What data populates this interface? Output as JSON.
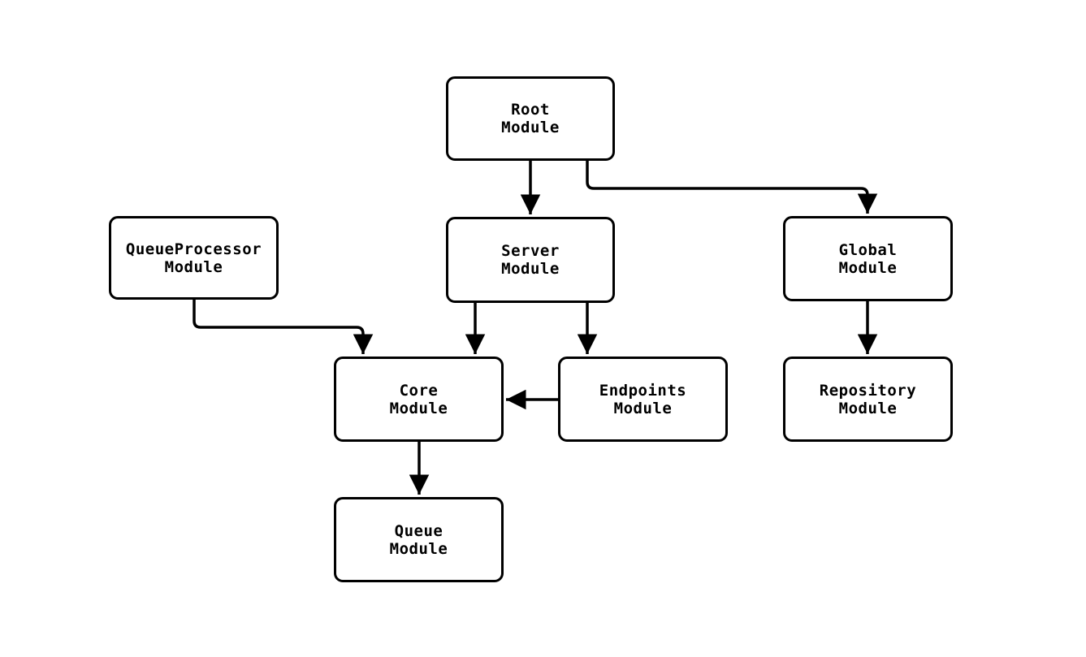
{
  "diagram": {
    "type": "module-dependency-graph",
    "background_color": "#ffffff",
    "stroke_color": "#000000",
    "node_fill_color": "#ffffff",
    "nodes": [
      {
        "id": "root",
        "line1": "Root",
        "line2": "Module"
      },
      {
        "id": "server",
        "line1": "Server",
        "line2": "Module"
      },
      {
        "id": "global",
        "line1": "Global",
        "line2": "Module"
      },
      {
        "id": "queueprocessor",
        "line1": "QueueProcessor",
        "line2": "Module"
      },
      {
        "id": "core",
        "line1": "Core",
        "line2": "Module"
      },
      {
        "id": "endpoints",
        "line1": "Endpoints",
        "line2": "Module"
      },
      {
        "id": "repository",
        "line1": "Repository",
        "line2": "Module"
      },
      {
        "id": "queue",
        "line1": "Queue",
        "line2": "Module"
      }
    ],
    "edges": [
      {
        "from": "Root Module",
        "to": "Server Module"
      },
      {
        "from": "Root Module",
        "to": "Global Module"
      },
      {
        "from": "Server Module",
        "to": "Core Module"
      },
      {
        "from": "Server Module",
        "to": "Endpoints Module"
      },
      {
        "from": "QueueProcessor Module",
        "to": "Core Module"
      },
      {
        "from": "Endpoints Module",
        "to": "Core Module"
      },
      {
        "from": "Global Module",
        "to": "Repository Module"
      },
      {
        "from": "Core Module",
        "to": "Queue Module"
      }
    ]
  }
}
